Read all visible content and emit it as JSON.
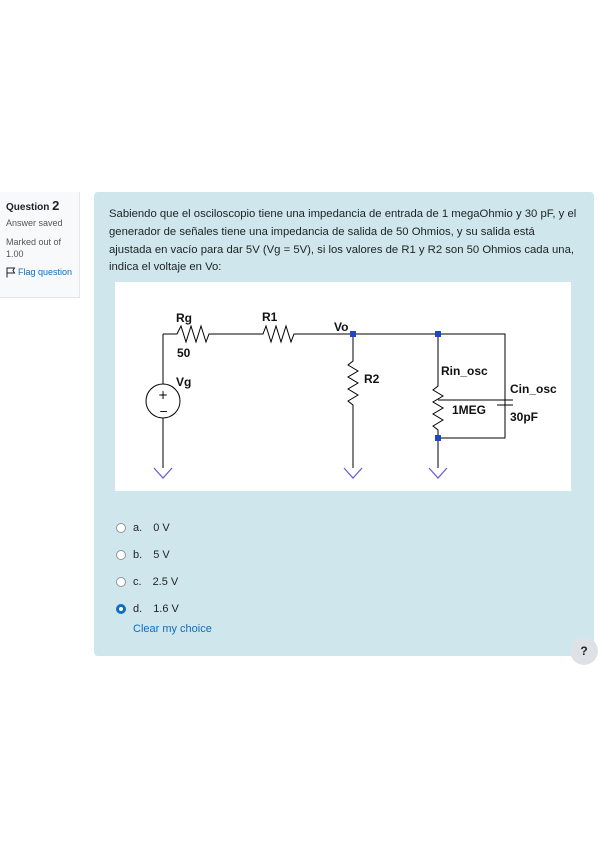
{
  "question": {
    "label": "Question",
    "number": "2",
    "state": "Answer saved",
    "grade": "Marked out of 1.00",
    "flag_label": "Flag question",
    "text": "Sabiendo que el osciloscopio tiene una impedancia de entrada de 1 megaOhmio y 30 pF, y el generador de señales tiene una impedancia de salida de 50 Ohmios, y su salida está ajustada en vacío para dar 5V (Vg = 5V), si los valores de R1 y R2 son 50 Ohmios cada una, indica el voltaje en Vo:"
  },
  "circuit": {
    "rg": "Rg",
    "rg_value": "50",
    "r1": "R1",
    "vo": "Vo",
    "r2": "R2",
    "vg": "Vg",
    "rin": "Rin_osc",
    "rin_value": "1MEG",
    "cin": "Cin_osc",
    "cin_value": "30pF",
    "plus": "+",
    "minus": "−"
  },
  "options": [
    {
      "letter": "a.",
      "text": "0 V",
      "selected": false
    },
    {
      "letter": "b.",
      "text": "5 V",
      "selected": false
    },
    {
      "letter": "c.",
      "text": "2.5 V",
      "selected": false
    },
    {
      "letter": "d.",
      "text": "1.6 V",
      "selected": true
    }
  ],
  "clear_label": "Clear my choice",
  "help_label": "?",
  "colors": {
    "panel": "#cfe7ec",
    "link": "#0f6cbf",
    "node": "#1d46c9",
    "ground": "#6d5fcf"
  }
}
